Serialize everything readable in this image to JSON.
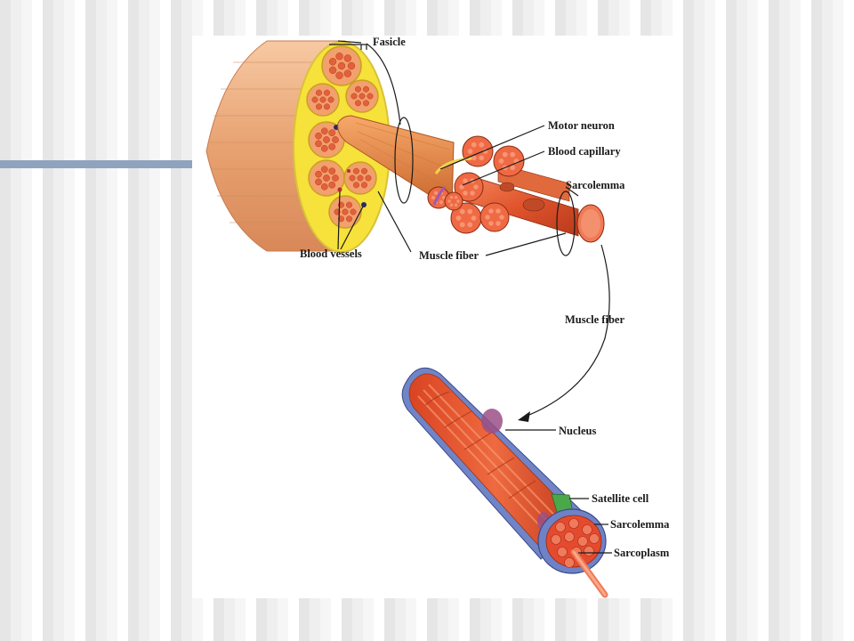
{
  "colors": {
    "muscle_outer": "#e8a271",
    "fascicle_fill": "#e98e68",
    "perimysium": "#f3e33a",
    "fiber_red": "#e0542c",
    "fiber_light": "#f37e57",
    "sarcolemma_blue": "#6f82c6",
    "nucleus_purple": "#9b4f86",
    "satellite_green": "#4aa84a",
    "accent_bar": "#8fa3bf"
  },
  "labels": {
    "fasicle": "Fasicle",
    "motor_neuron": "Motor neuron",
    "blood_capillary": "Blood capillary",
    "sarcolemma_top": "Sarcolemma",
    "blood_vessels": "Blood vessels",
    "muscle_fiber_top": "Muscle fiber",
    "muscle_fiber_mid": "Muscle fiber",
    "nucleus": "Nucleus",
    "satellite_cell": "Satellite cell",
    "sarcolemma_bottom": "Sarcolemma",
    "sarcoplasm": "Sarcoplasm"
  }
}
